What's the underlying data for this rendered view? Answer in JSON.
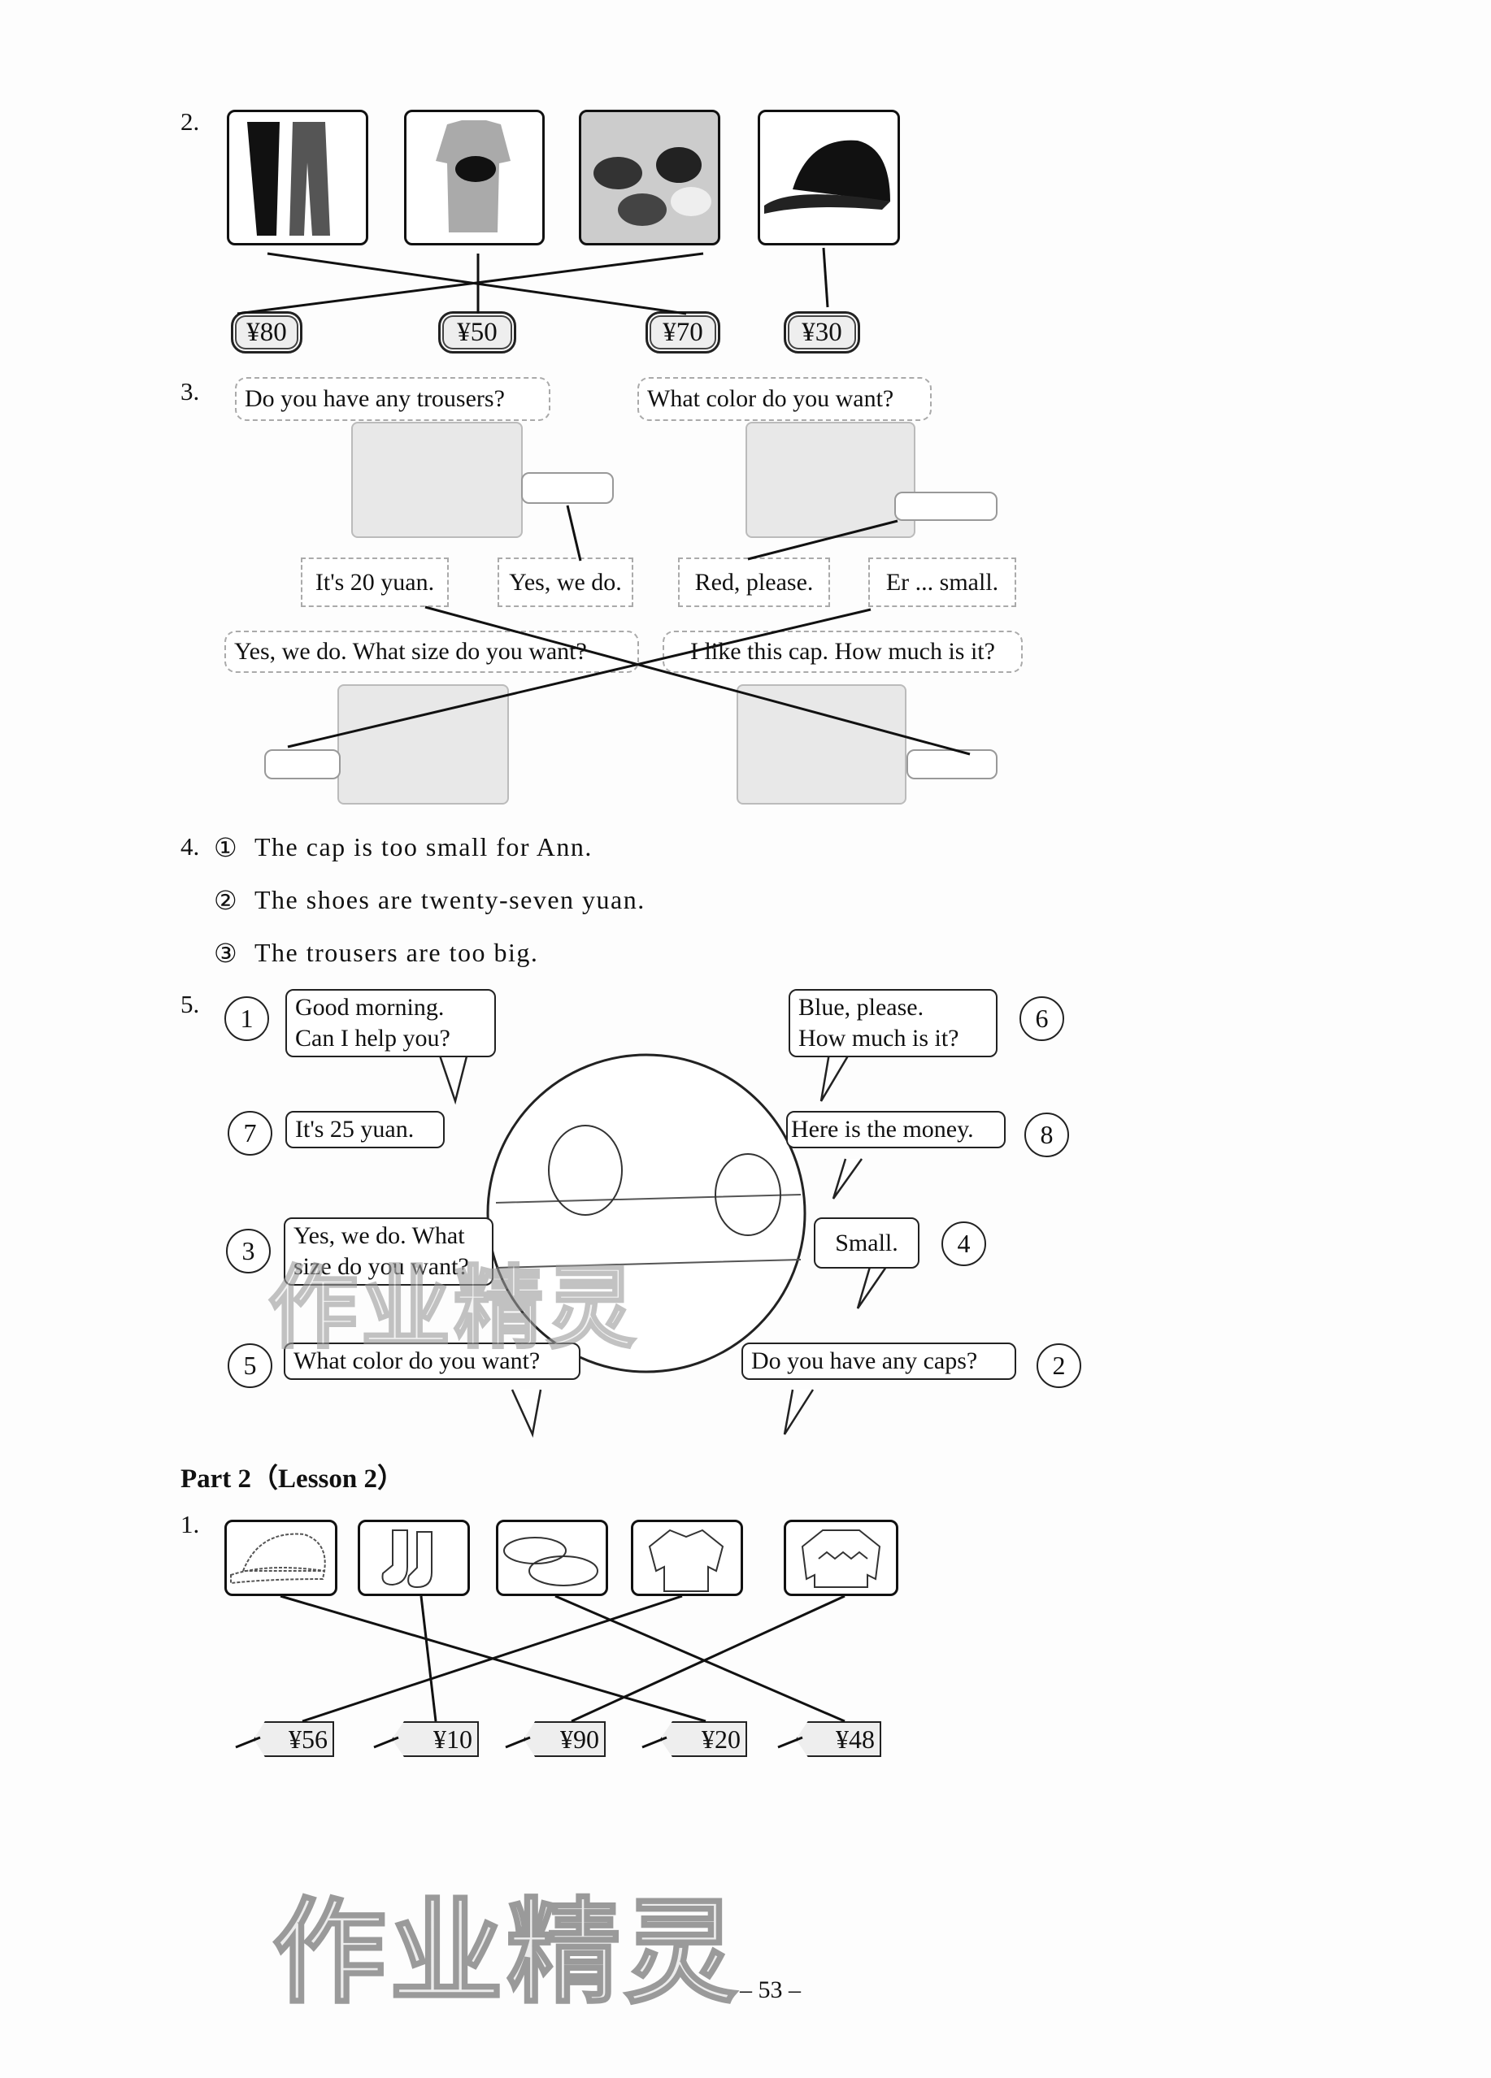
{
  "section2": {
    "label": "2.",
    "items": [
      "trousers-photo",
      "t-shirt-photo",
      "shoes-photo",
      "cap-photo"
    ],
    "prices": [
      "¥80",
      "¥50",
      "¥70",
      "¥30"
    ]
  },
  "section3": {
    "label": "3.",
    "bubbles_top": [
      "Do you have any trousers?",
      "What color do you want?"
    ],
    "answers": [
      "It's 20 yuan.",
      "Yes, we do.",
      "Red, please.",
      "Er ... small."
    ],
    "bubbles_bottom": [
      "Yes, we do. What size do you want?",
      "I like this cap. How much is it?"
    ]
  },
  "section4": {
    "label": "4.",
    "sentences": [
      {
        "marker": "①",
        "text": "The cap is too small for Ann."
      },
      {
        "marker": "②",
        "text": "The shoes are twenty-seven yuan."
      },
      {
        "marker": "③",
        "text": "The trousers are too big."
      }
    ]
  },
  "section5": {
    "label": "5.",
    "left": [
      {
        "number": "1",
        "line1": "Good morning.",
        "line2": "Can I help you?"
      },
      {
        "number": "7",
        "line1": "It's 25 yuan.",
        "line2": ""
      },
      {
        "number": "3",
        "line1": "Yes, we do. What",
        "line2": "size do you want?"
      },
      {
        "number": "5",
        "line1": "What color do you want?",
        "line2": ""
      }
    ],
    "right": [
      {
        "number": "6",
        "line1": "Blue, please.",
        "line2": "How much is it?"
      },
      {
        "number": "8",
        "line1": "Here is the money.",
        "line2": ""
      },
      {
        "number": "4",
        "line1": "Small.",
        "line2": ""
      },
      {
        "number": "2",
        "line1": "Do you have any caps?",
        "line2": ""
      }
    ]
  },
  "part2": {
    "heading": "Part 2（Lesson 2）",
    "label": "1.",
    "items": [
      "cap-drawing",
      "socks-drawing",
      "shoes-drawing",
      "shirt-drawing",
      "sweater-drawing"
    ],
    "prices": [
      "¥56",
      "¥10",
      "¥90",
      "¥20",
      "¥48"
    ]
  },
  "watermark": "作业精灵",
  "page_number": "– 53 –"
}
